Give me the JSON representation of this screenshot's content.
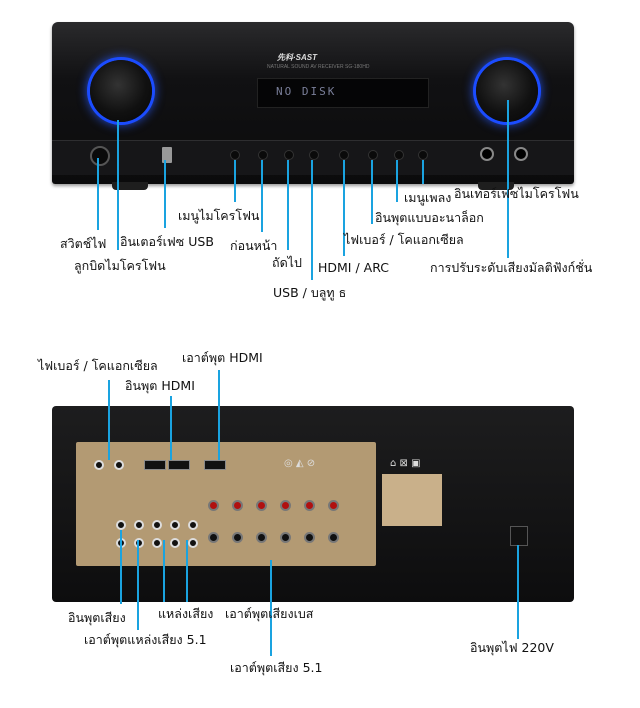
{
  "front": {
    "brand": "先科·SAST",
    "subbrand": "NATURAL SOUND AV RECEIVER SG-180HD",
    "display_text": "NO DISK",
    "labels": {
      "power_switch": "สวิตช์ไฟ",
      "mic_knob": "ลูกบิดไมโครโฟน",
      "usb_interface": "อินเตอร์เฟซ USB",
      "mic_menu": "เมนูไมโครโฟน",
      "previous": "ก่อนหน้า",
      "next": "ถัดไป",
      "usb_bluetooth": "USB / บลูทู ธ",
      "hdmi_arc": "HDMI / ARC",
      "fiber_coaxial": "ไฟเบอร์ / โคแอกเซียล",
      "analog_input": "อินพุตแบบอะนาล็อก",
      "music_menu": "เมนูเพลง",
      "mic_interface": "อินเทอร์เฟซไมโครโฟน",
      "multifunction": "การปรับระดับเสียงมัลติฟังก์ชั่น"
    }
  },
  "rear": {
    "labels": {
      "fiber_coaxial": "ไฟเบอร์ / โคแอกเซียล",
      "hdmi_output": "เอาต์พุต HDMI",
      "hdmi_input": "อินพุต HDMI",
      "audio_input": "อินพุตเสียง",
      "speaker_output_51": "เอาต์พุตแหล่งเสียง 5.1",
      "audio_source": "แหล่งเสียง",
      "bass_output": "เอาต์พุตเสียงเบส",
      "audio_output_51": "เอาต์พุตเสียง 5.1",
      "power_input": "อินพุตไฟ 220V"
    }
  },
  "colors": {
    "callout": "#1aa3e0",
    "knob_glow": "#1b4cff"
  }
}
